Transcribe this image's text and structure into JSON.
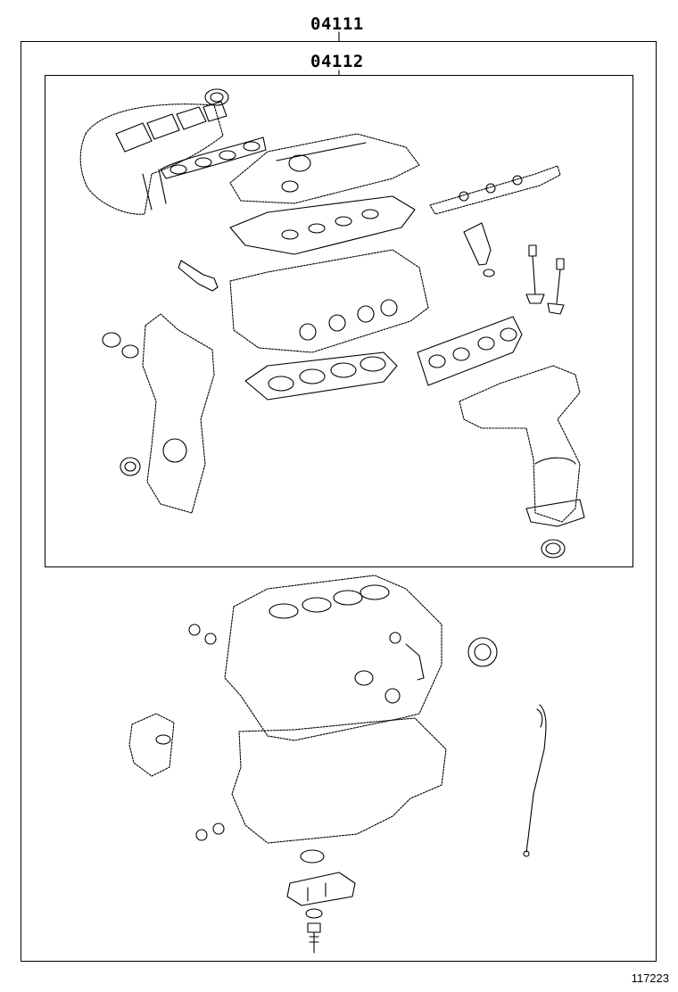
{
  "kit_outer": {
    "part_number": "04111"
  },
  "kit_inner": {
    "part_number": "04112"
  },
  "illustration": {
    "reference_number": "117223"
  }
}
